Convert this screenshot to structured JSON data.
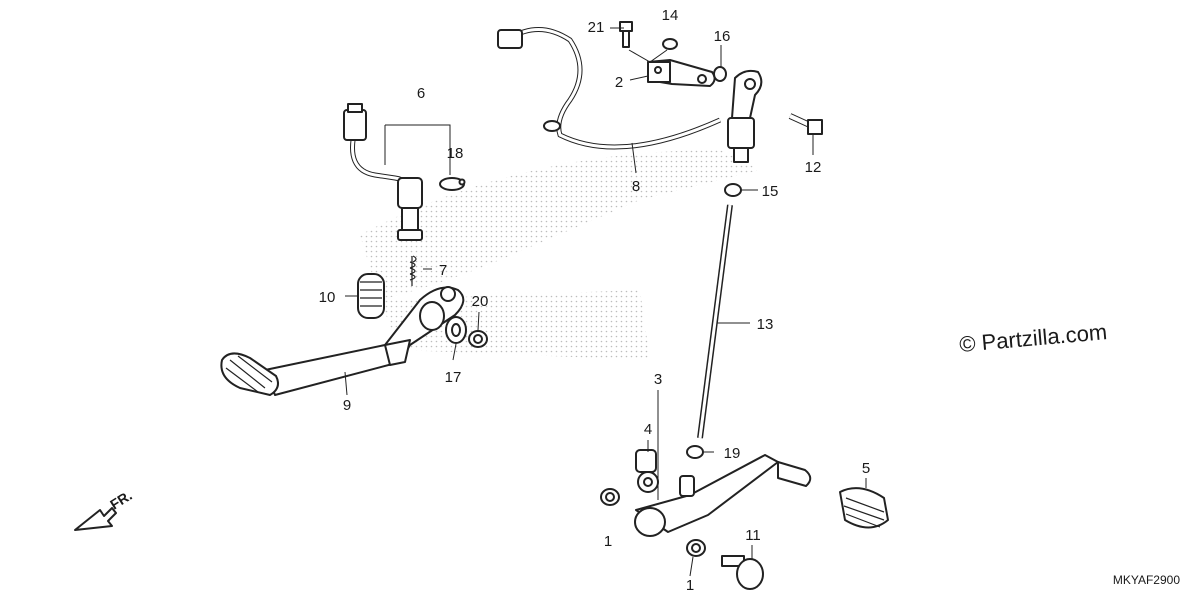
{
  "parts": [
    {
      "number": "1"
    },
    {
      "number": "1"
    },
    {
      "number": "2"
    },
    {
      "number": "3"
    },
    {
      "number": "4"
    },
    {
      "number": "5"
    },
    {
      "number": "6"
    },
    {
      "number": "7"
    },
    {
      "number": "8"
    },
    {
      "number": "9"
    },
    {
      "number": "10"
    },
    {
      "number": "11"
    },
    {
      "number": "12"
    },
    {
      "number": "13"
    },
    {
      "number": "14"
    },
    {
      "number": "15"
    },
    {
      "number": "16"
    },
    {
      "number": "17"
    },
    {
      "number": "18"
    },
    {
      "number": "19"
    },
    {
      "number": "20"
    },
    {
      "number": "21"
    }
  ],
  "watermark": "© Partzilla.com",
  "diagram_code": "MKYAF2900",
  "front_indicator": "FR.",
  "colors": {
    "line": "#222222",
    "background": "#ffffff",
    "halftone": "#bbbbbb"
  }
}
